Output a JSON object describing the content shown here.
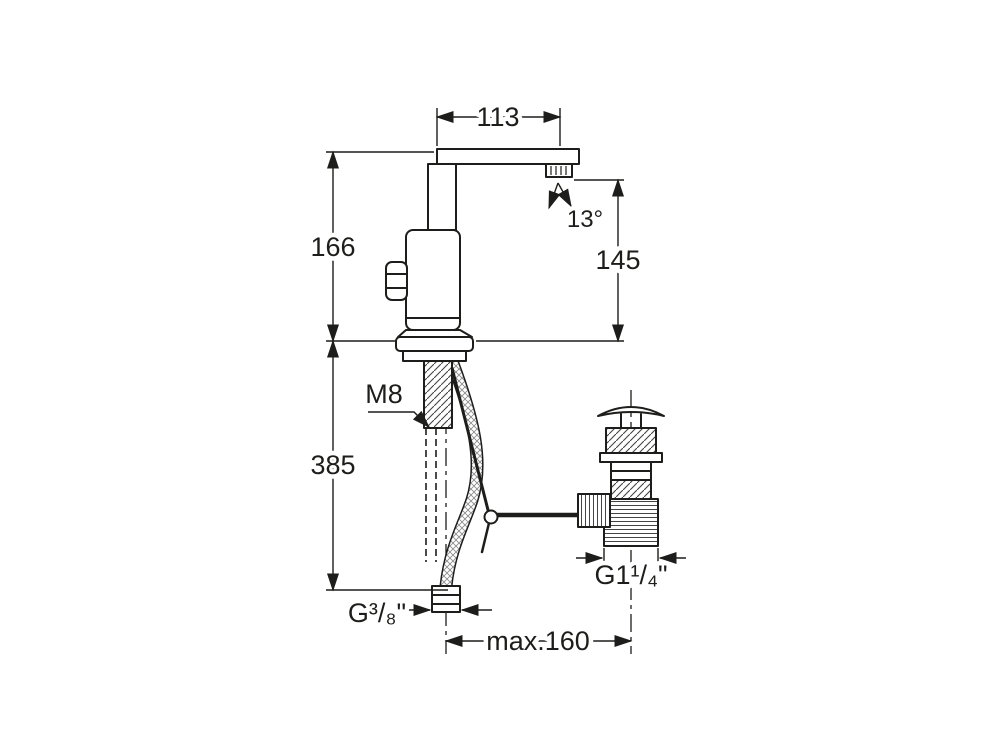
{
  "page": {
    "background": "#ffffff",
    "line_color": "#1d1d1b"
  },
  "drawing": {
    "dimensions": {
      "spout_reach": "113",
      "height_to_spout_top": "166",
      "outlet_height": "145",
      "spout_angle": "13°",
      "fixing_stud_thread": "M8",
      "supply_length": "385",
      "supply_hose_thread": "G³/₈\"",
      "max_rod_reach": "max.160",
      "waste_thread": "G1¹/₄\""
    }
  }
}
